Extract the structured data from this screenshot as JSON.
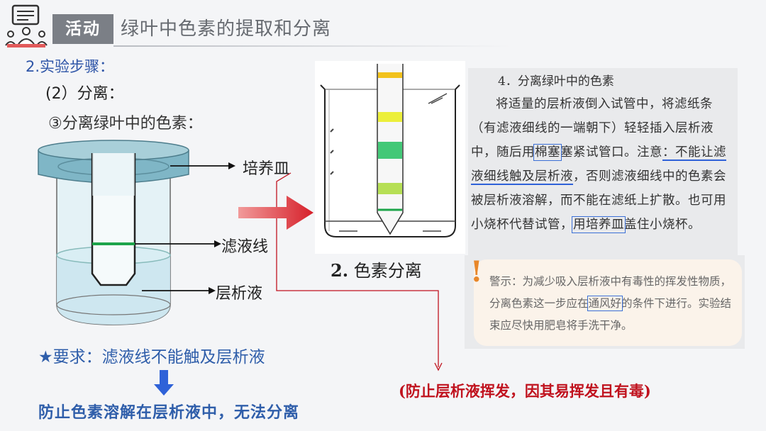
{
  "header": {
    "badge": "活动",
    "title": "绿叶中色素的提取和分离",
    "icon": "presenter-board-icon"
  },
  "steps": {
    "heading": "2.实验步骤：",
    "sub": "(2）分离：",
    "item": "③分离绿叶中的色素："
  },
  "diagram": {
    "label_dish": "培养皿",
    "label_line": "滤液线",
    "label_liquid": "层析液",
    "caption_num": "2.",
    "caption": "色素分离"
  },
  "requirement": "★要求：滤液线不能触及层析液",
  "conclusion": "防止色素溶解在层析液中，无法分离",
  "volatile_note": "(防止层析液挥发，因其易挥发且有毒)",
  "textbook": {
    "title": "4．分离绿叶中的色素",
    "p1": "将适量的层析液倒入试管中，将滤纸条（有滤液细线的一端朝下）轻轻插入层析液中，随后用",
    "p1_box": "棉塞",
    "p2": "塞紧试管口。注意",
    "p2_ul": "：不能让滤液细线触及层析液",
    "p3": "，否则滤液细线中的色素会被层析液溶解，而不能在滤纸上扩散。也可用小烧杯代替试管，",
    "p3_box": "用培养皿",
    "p4": "盖住小烧杯。"
  },
  "warning": {
    "bang": "!",
    "t1": "警示：为减少吸入层析液中有毒性的挥发性物质，分离色素这一步应在",
    "t_box": "通风好",
    "t2": "的条件下进行。实验结束应尽快用肥皂将手洗干净。"
  },
  "colors": {
    "accent_blue": "#2f56a8",
    "badge_gray": "#7b7f86",
    "red_note": "#c0121e",
    "warn_orange": "#e8872a"
  }
}
